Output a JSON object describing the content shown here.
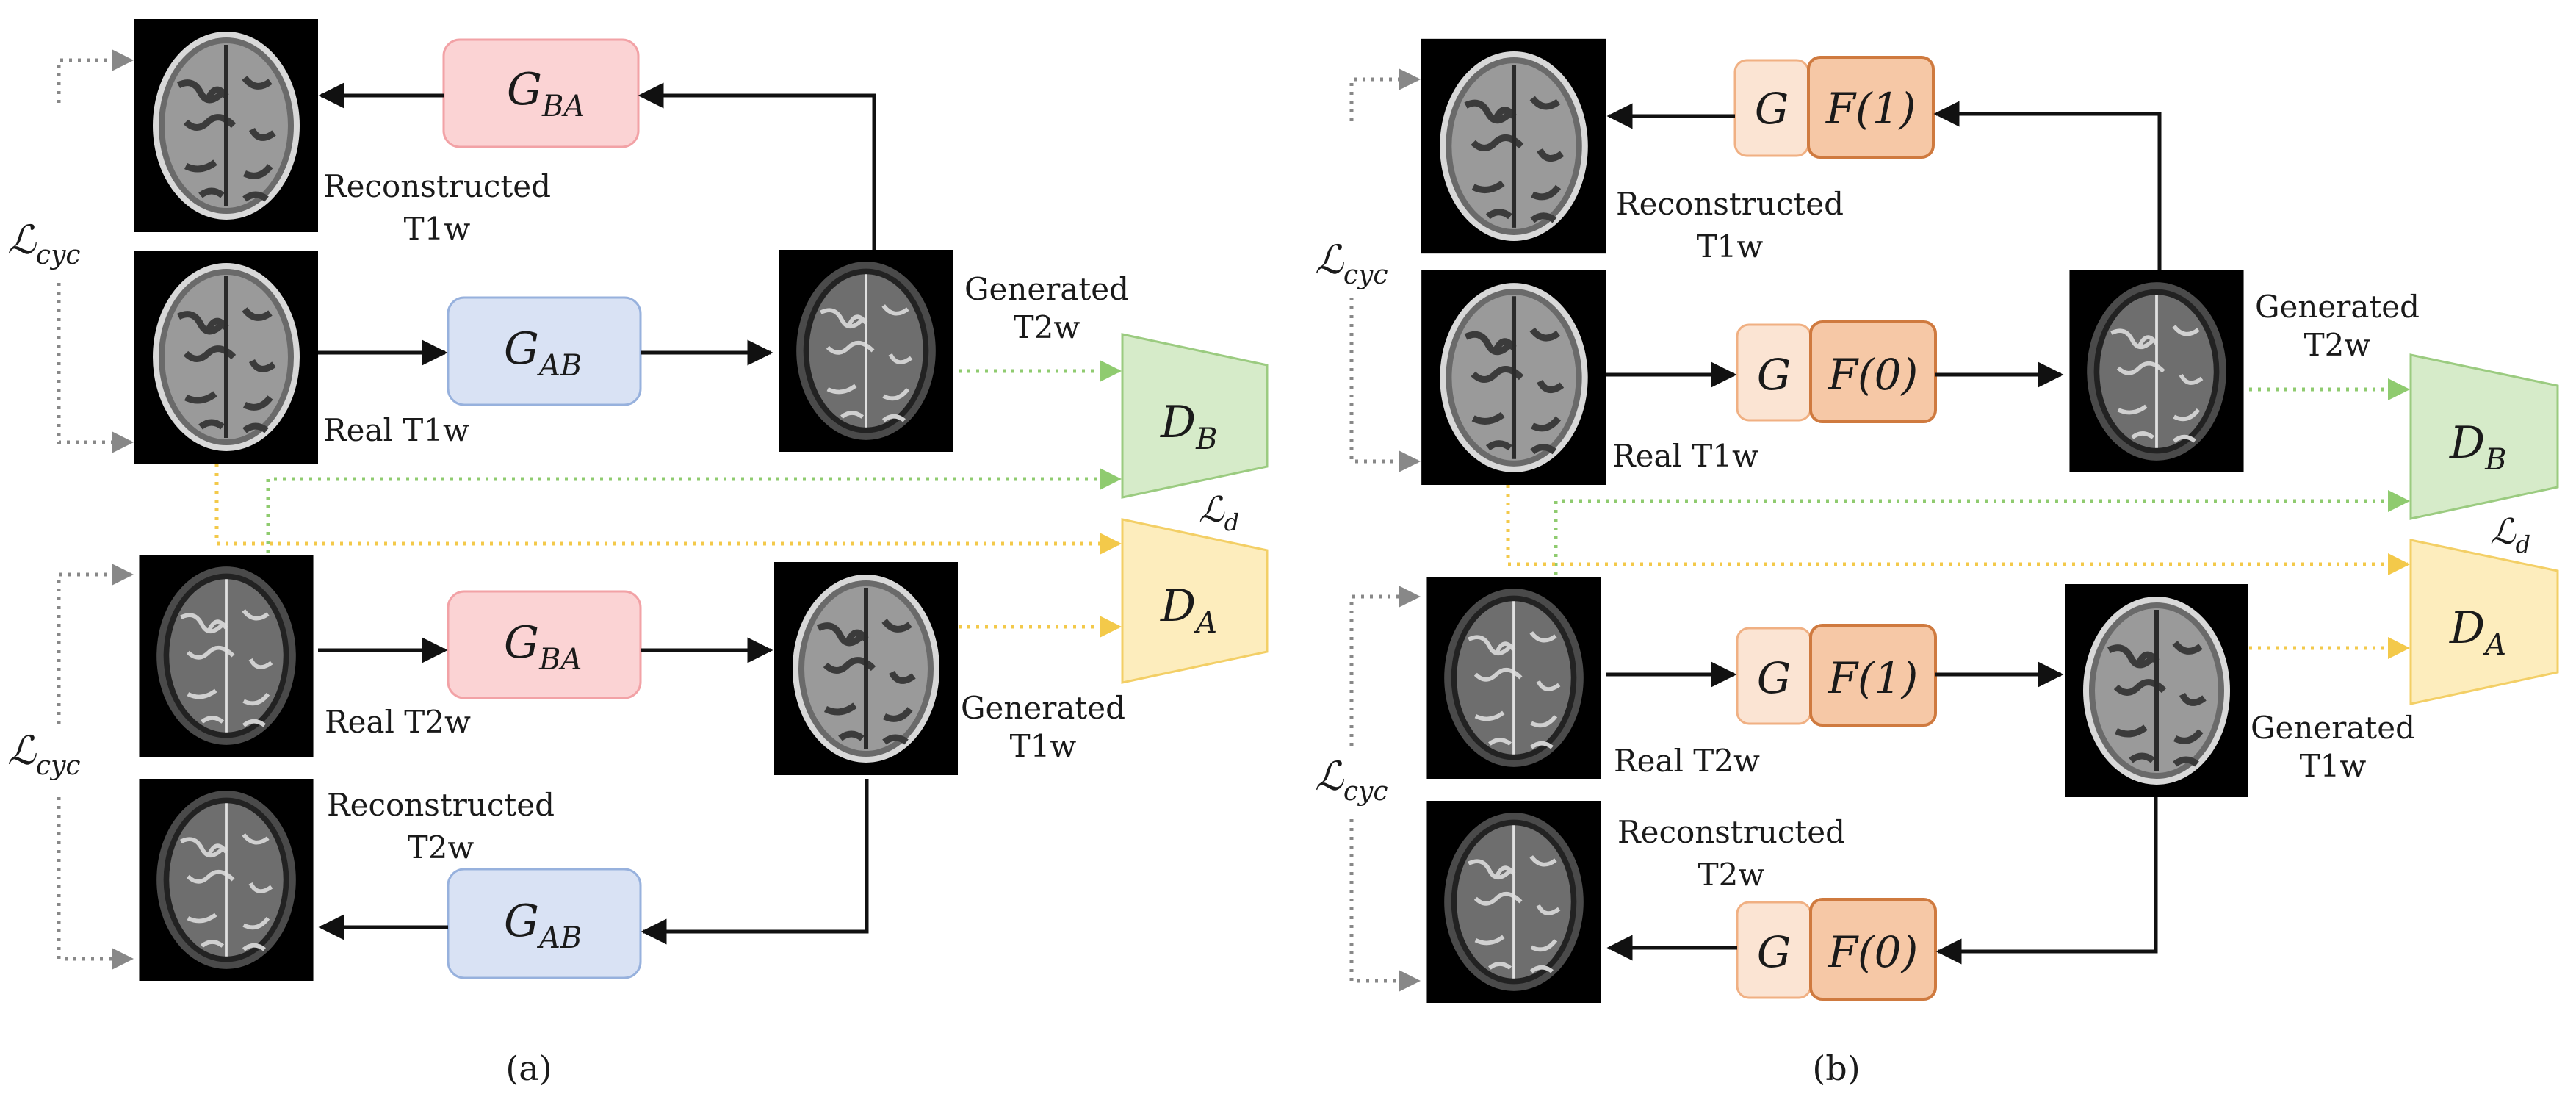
{
  "panel_a": {
    "caption": "(a)",
    "labels": {
      "reconstructed_t1w": [
        "Reconstructed",
        "T1w"
      ],
      "real_t1w": "Real T1w",
      "generated_t2w": [
        "Generated",
        "T2w"
      ],
      "real_t2w": "Real T2w",
      "generated_t1w": [
        "Generated",
        "T1w"
      ],
      "reconstructed_t2w": [
        "Reconstructed",
        "T2w"
      ]
    },
    "generators": {
      "top_ba": {
        "main": "G",
        "sub": "BA"
      },
      "mid_ab": {
        "main": "G",
        "sub": "AB"
      },
      "low_ba": {
        "main": "G",
        "sub": "BA"
      },
      "bot_ab": {
        "main": "G",
        "sub": "AB"
      }
    }
  },
  "panel_b": {
    "caption": "(b)",
    "labels": {
      "reconstructed_t1w": [
        "Reconstructed",
        "T1w"
      ],
      "real_t1w": "Real T1w",
      "generated_t2w": [
        "Generated",
        "T2w"
      ],
      "real_t2w": "Real T2w",
      "generated_t1w": [
        "Generated",
        "T1w"
      ],
      "reconstructed_t2w": [
        "Reconstructed",
        "T2w"
      ]
    },
    "generators": {
      "top": {
        "g": "G",
        "f": "F(1)"
      },
      "mid": {
        "g": "G",
        "f": "F(0)"
      },
      "low": {
        "g": "G",
        "f": "F(1)"
      },
      "bot": {
        "g": "G",
        "f": "F(0)"
      }
    }
  },
  "discriminators": {
    "b": {
      "main": "D",
      "sub": "B"
    },
    "a": {
      "main": "D",
      "sub": "A"
    }
  },
  "losses": {
    "cyc": {
      "main": "ℒ",
      "sub": "cyc"
    },
    "d": {
      "main": "ℒ",
      "sub": "d"
    }
  },
  "colors": {
    "gen_ba_fill": "#fbd3d4",
    "gen_ba_stroke": "#f2a2a6",
    "gen_ab_fill": "#d9e2f4",
    "gen_ab_stroke": "#97b1dd",
    "disc_b_fill": "#d6ebc9",
    "disc_b_stroke": "#9bcb80",
    "disc_a_fill": "#fdedbd",
    "disc_a_stroke": "#f3cf66",
    "g_fill": "#fbe4d3",
    "g_stroke": "#f0b083",
    "f_fill": "#f6c8a6",
    "f_stroke": "#cf7a3f",
    "green_dot": "#8fcb6f",
    "yellow_dot": "#f3c94a",
    "gray_dot": "#888888"
  },
  "images": {
    "t1w_icon": "brain-mri-t1w",
    "t2w_icon": "brain-mri-t2w"
  }
}
